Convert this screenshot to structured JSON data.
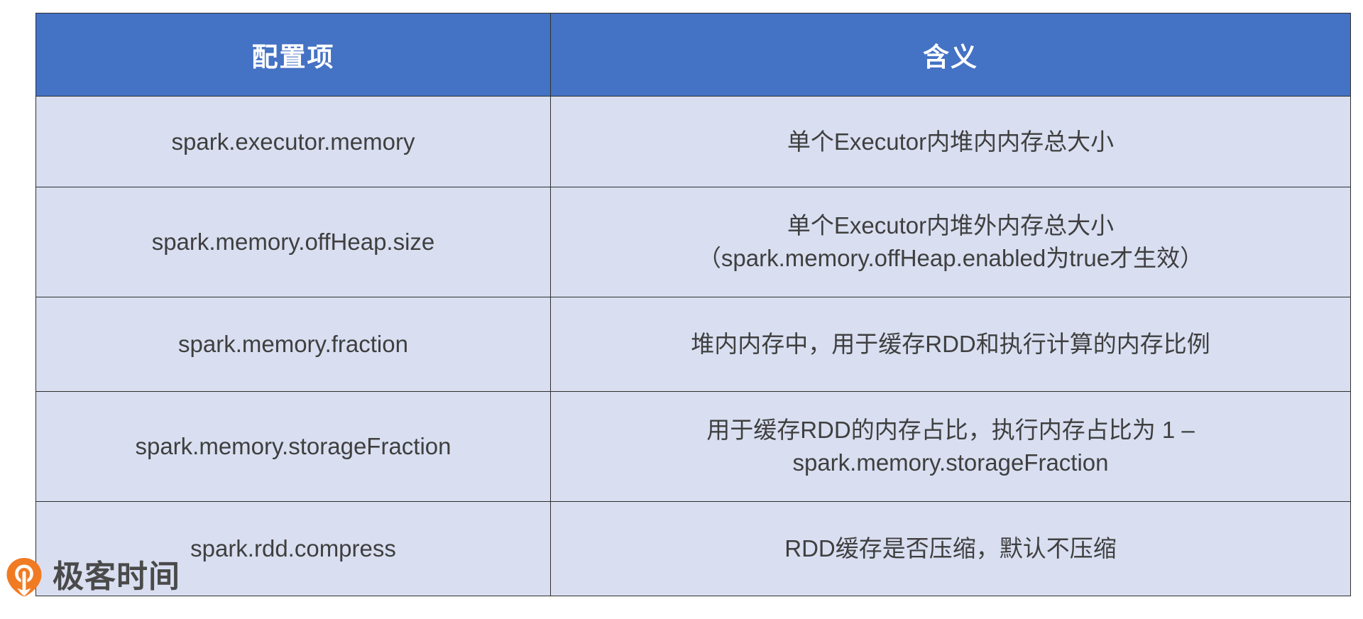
{
  "table": {
    "headers": [
      "配置项",
      "含义"
    ],
    "header_bg": "#4472c4",
    "header_color": "#ffffff",
    "row_bg": "#d9dff1",
    "border_color": "#2f2f2f",
    "rows": [
      {
        "key": "spark.executor.memory",
        "meaning_lines": [
          "单个Executor内堆内内存总大小"
        ]
      },
      {
        "key": "spark.memory.offHeap.size",
        "meaning_lines": [
          "单个Executor内堆外内存总大小",
          "（spark.memory.offHeap.enabled为true才生效）"
        ]
      },
      {
        "key": "spark.memory.fraction",
        "meaning_lines": [
          "堆内内存中，用于缓存RDD和执行计算的内存比例"
        ]
      },
      {
        "key": "spark.memory.storageFraction",
        "meaning_lines": [
          "用于缓存RDD的内存占比，执行内存占比为 1 –",
          "spark.memory.storageFraction"
        ]
      },
      {
        "key": "spark.rdd.compress",
        "meaning_lines": [
          "RDD缓存是否压缩，默认不压缩"
        ]
      }
    ]
  },
  "brand": {
    "name": "极客时间",
    "logo_icon": "geekbang-pin-icon",
    "logo_color": "#f07b23",
    "text_color": "#4a4a4a"
  }
}
